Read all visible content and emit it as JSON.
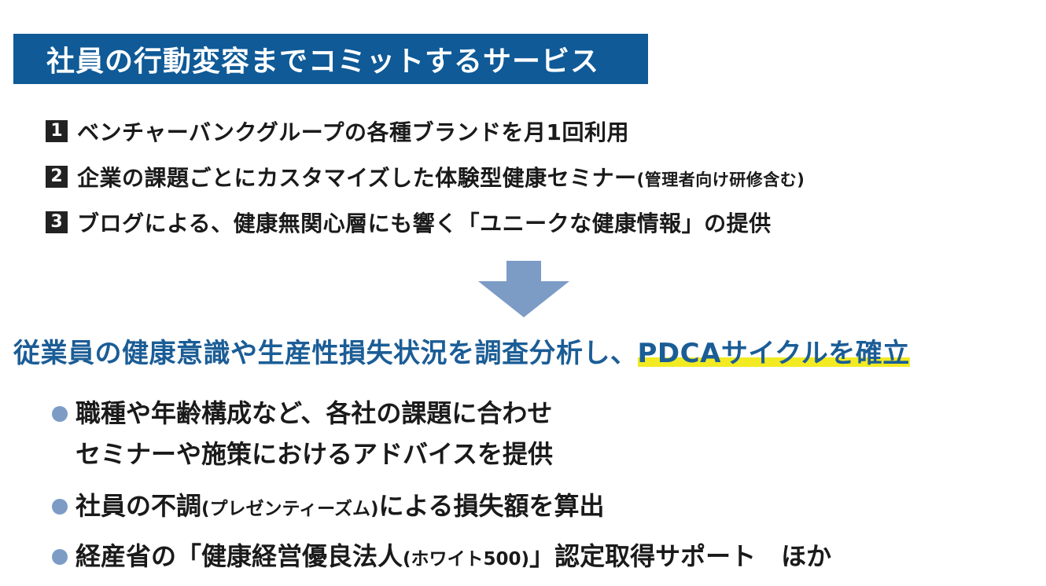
{
  "header": {
    "title": "社員の行動変容までコミットするサービス"
  },
  "numbered_items": [
    {
      "num": "1",
      "text": "ベンチャーバンクグループの各種ブランドを月1回利用",
      "note": ""
    },
    {
      "num": "2",
      "text": "企業の課題ごとにカスタマイズした体験型健康セミナー",
      "note": "(管理者向け研修含む)"
    },
    {
      "num": "3",
      "text": "ブログによる、健康無関心層にも響く「ユニークな健康情報」の提供",
      "note": ""
    }
  ],
  "headline": {
    "main": "従業員の健康意識や生産性損失状況を調査分析し、",
    "highlight": "PDCAサイクルを確立"
  },
  "bullets": {
    "b1_line1": "職種や年齢構成など、各社の課題に合わせ",
    "b1_line2": "セミナーや施策におけるアドバイスを提供",
    "b2_pre": "社員の不調",
    "b2_small": "(プレゼンティーズム)",
    "b2_post": "による損失額を算出",
    "b3_pre": "経産省の「健康経営優良法人",
    "b3_small": "(ホワイト500)",
    "b3_post": "」認定取得サポート　ほか"
  },
  "colors": {
    "header_bg": "#0f5a97",
    "headline_text": "#1b5d96",
    "highlight": "#f2ea22",
    "arrow": "#7c9cc6",
    "bullet_dot": "#7c9cc6"
  },
  "icons": {
    "arrow": "down-arrow-icon",
    "bullet": "bullet-dot-icon"
  }
}
